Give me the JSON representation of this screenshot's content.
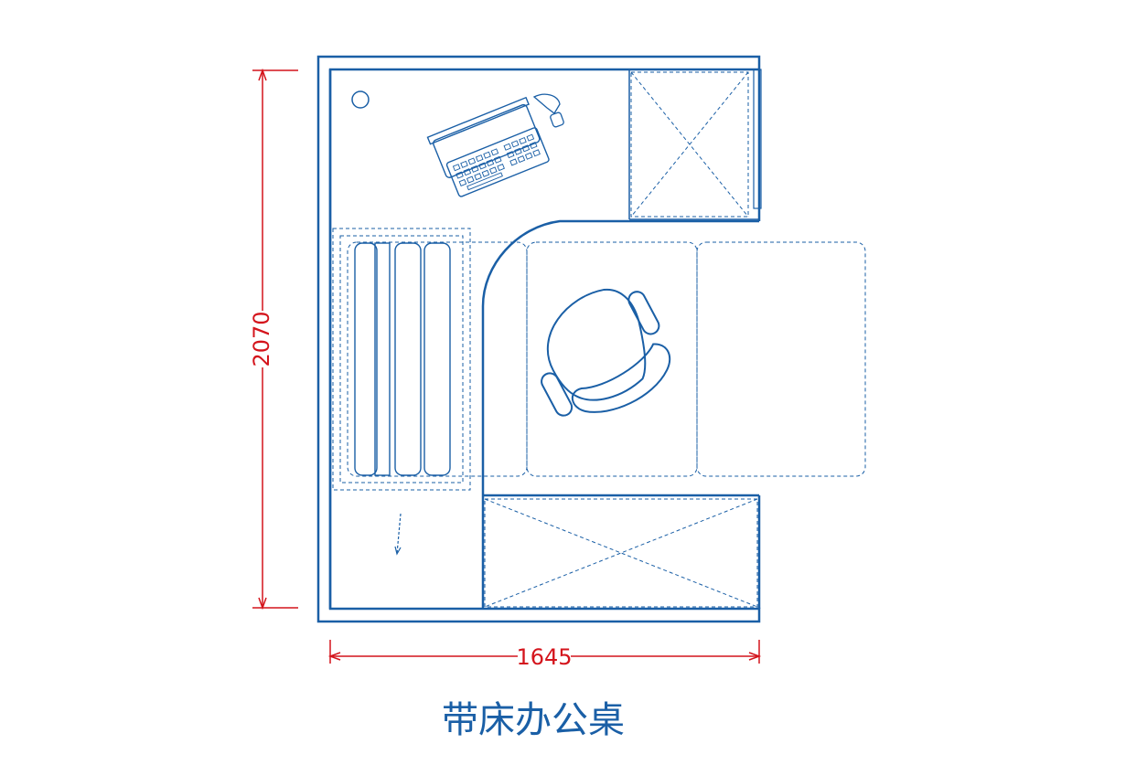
{
  "drawing": {
    "title": "带床办公桌",
    "dimensions": {
      "height_label": "2070",
      "width_label": "1645"
    },
    "colors": {
      "line": "#1a5fa6",
      "dimension": "#d4141c",
      "background": "#ffffff"
    }
  }
}
